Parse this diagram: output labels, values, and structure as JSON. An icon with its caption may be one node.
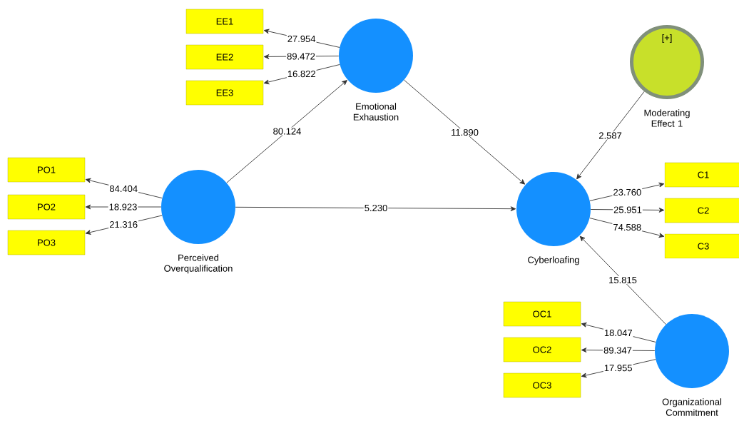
{
  "diagram": {
    "nodes": [
      {
        "text": [
          "EE1"
        ]
      },
      {
        "text": [
          "EE2"
        ]
      },
      {
        "text": [
          "EE3"
        ]
      },
      {
        "text": [
          "Emotional Exhaustion"
        ]
      },
      {
        "text": [
          "[+]",
          "Moderating Effect 1"
        ]
      },
      {
        "text": [
          "PO1"
        ]
      },
      {
        "text": [
          "PO2"
        ]
      },
      {
        "text": [
          "PO3"
        ]
      },
      {
        "text": [
          "Perceived Overqualification"
        ]
      },
      {
        "text": [
          "Cyberloafing"
        ]
      },
      {
        "text": [
          "C1"
        ]
      },
      {
        "text": [
          "C2"
        ]
      },
      {
        "text": [
          "C3"
        ]
      },
      {
        "text": [
          "OC1"
        ]
      },
      {
        "text": [
          "OC2"
        ]
      },
      {
        "text": [
          "OC3"
        ]
      },
      {
        "text": [
          "Organizational Commitment"
        ]
      }
    ],
    "edges": [
      {
        "from": 3,
        "to": 0,
        "arrow": "to",
        "label": "27.954"
      },
      {
        "from": 3,
        "to": 1,
        "arrow": "to",
        "label": "89.472"
      },
      {
        "from": 3,
        "to": 2,
        "arrow": "to",
        "label": "16.822"
      },
      {
        "from": 8,
        "to": 5,
        "arrow": "to",
        "label": "84.404"
      },
      {
        "from": 8,
        "to": 6,
        "arrow": "to",
        "label": "18.923"
      },
      {
        "from": 8,
        "to": 7,
        "arrow": "to",
        "label": "21.316"
      },
      {
        "from": 8,
        "to": 3,
        "arrow": "to",
        "label": "80.124"
      },
      {
        "from": 3,
        "to": 9,
        "arrow": "to",
        "label": "11.890"
      },
      {
        "from": 4,
        "to": 9,
        "arrow": "to",
        "label": "2.587"
      },
      {
        "from": 8,
        "to": 9,
        "arrow": "to",
        "label": "5.230"
      },
      {
        "from": 9,
        "to": 10,
        "arrow": "to",
        "label": "23.760"
      },
      {
        "from": 9,
        "to": 11,
        "arrow": "to",
        "label": "25.951"
      },
      {
        "from": 9,
        "to": 12,
        "arrow": "to",
        "label": "74.588"
      },
      {
        "from": 16,
        "to": 9,
        "arrow": "to",
        "label": "15.815"
      },
      {
        "from": 16,
        "to": 13,
        "arrow": "to",
        "label": "18.047"
      },
      {
        "from": 16,
        "to": 14,
        "arrow": "to",
        "label": "89.347"
      },
      {
        "from": 16,
        "to": 15,
        "arrow": "to",
        "label": "17.955"
      }
    ]
  }
}
